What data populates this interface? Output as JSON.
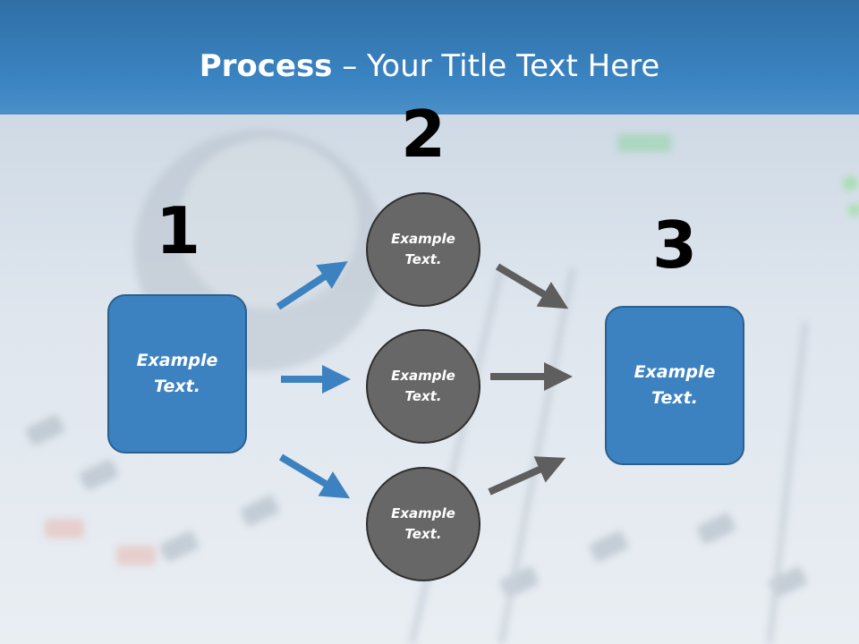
{
  "title": {
    "bold": "Process",
    "rest": " – Your Title Text Here"
  },
  "steps": {
    "n1": "1",
    "n2": "2",
    "n3": "3"
  },
  "nodes": {
    "left": "Example Text.",
    "right": "Example Text.",
    "circles": [
      "Example Text.",
      "Example Text.",
      "Example Text."
    ]
  },
  "colors": {
    "header": "#3a84c2",
    "box_fill": "#3d82c0",
    "box_border": "#2a5f8e",
    "circle_fill": "#676767",
    "circle_border": "#2f2f2f",
    "arrow_blue": "#3d82c0",
    "arrow_gray": "#5e5e5e"
  },
  "background": "blurred audio mixing console with microphone"
}
